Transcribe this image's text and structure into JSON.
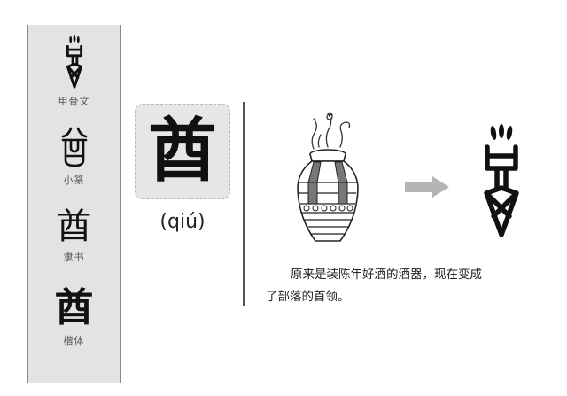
{
  "character": {
    "glyph": "酋",
    "pinyin": "(qiú)"
  },
  "script_variants": [
    {
      "name": "oracle-bone",
      "label": "甲骨文",
      "glyph": "",
      "icon": "oracle-bone-qiu-icon"
    },
    {
      "name": "small-seal",
      "label": "小篆",
      "glyph": "酋",
      "icon": "small-seal-qiu-glyph"
    },
    {
      "name": "clerical",
      "label": "隶书",
      "glyph": "酋",
      "icon": "clerical-qiu-glyph"
    },
    {
      "name": "regular",
      "label": "楷体",
      "glyph": "酋",
      "icon": "regular-qiu-glyph"
    }
  ],
  "illustration": {
    "vessel_icon": "wine-vessel-icon",
    "arrow_icon": "arrow-right-icon",
    "result_icon": "oracle-bone-qiu-icon",
    "arrow_color": "#b5b5b5"
  },
  "caption": {
    "line1": "原来是装陈年好酒的酒器，现在变成",
    "line2": "了部落的首领。"
  },
  "colors": {
    "panel_bg": "#e3e3e3",
    "panel_border": "#8a8a8a",
    "char_box_bg": "#e6e6e6",
    "divider": "#555555"
  }
}
